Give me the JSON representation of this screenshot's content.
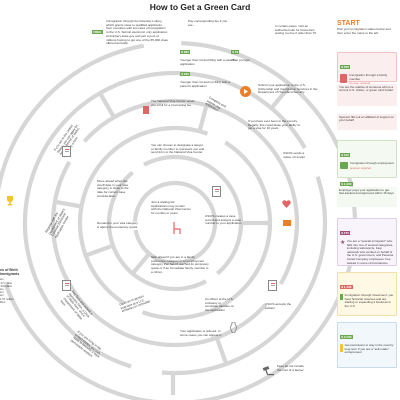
{
  "title": "How to Get a Green Card",
  "colors": {
    "orange": "#ef7d22",
    "green": "#6aa84f",
    "red": "#e06666",
    "maze": "#d0d0d0",
    "cream": "#fdf6e3"
  },
  "start": {
    "heading": "START",
    "text": "Pick your immigration status below and then enter the maze to the left."
  },
  "steps": [
    {
      "price": "$ 355",
      "text": "Immigration through a family member",
      "sub": "sponsor required"
    },
    {
      "price": "",
      "text": "You are the relative of someone who is a current U.S. citizen, or green card holder.",
      "sub": ""
    },
    {
      "price": "",
      "text": "Sponsor fills out an affidavit of support on your behalf",
      "sub": ""
    },
    {
      "price": "$ 340",
      "text": "Immigration through employment",
      "sub": "sponsor required"
    },
    {
      "price": "$ 1,000",
      "text": "Employer pays your application to get fast-tracked and approved within 15 days",
      "sub": ""
    },
    {
      "price": "$ 375",
      "text": "You are a \"special immigrant\" who falls into one of several categories, including widow(er)s, Iraqi nationals who worked on behalf of the U.S. government, and Panama Canal Company employees. Fee waived in some circumstances",
      "sub": ""
    },
    {
      "price": "$ 1,435",
      "text": "Immigration through investment: you have financial reserves and are starting or expanding a business in the U.S.",
      "sub": ""
    },
    {
      "price": "$ 2,500",
      "text": "Get permission to stay in the country long term if you are a \"self-made\" entrepreneur",
      "sub": ""
    }
  ],
  "free": {
    "tag": "FREE",
    "text": "Immigration through the Diversity Lottery, which grants visas to qualified applicants from countries with low rates of immigration to the U.S. Submit electronic only application at dvlottery.state.gov and join a pool of millions hoping to get one of the 55,000 visas offered annually."
  },
  "top_fees": [
    {
      "price": "$ 985",
      "text": "Younger than 14 and filing with a parent's application"
    },
    {
      "price": "$ 930",
      "text": "Younger than 14 and not filing with a parent's application"
    },
    {
      "price": "$ 79",
      "text": "79 or younger"
    }
  ],
  "pay_corresponding": "Pay corresponding fee if you are...",
  "letters": "In certain cases, visit an authorized site for biometrics testing (no fee if older than 79",
  "submit": "Submit your application to the U.S. Citizenship and Immigration Services in the Department of Homeland Security",
  "ever_been": "If you have ever been in the country illegally, this could delay your ability to get a visa for 10 years",
  "nvc_bill": "The National Visa Center sends you a bill for a processing fee",
  "complete_submit": "Complete and submit visa application",
  "consider": "You can choose to designate a lawyer or family member to represent you and send form to the National Visa Center",
  "move_ahead": "Move ahead when the cutoff date in your visa category is close to the date for current case consideration",
  "demand": "Demand in your visa category is above the temporary quota",
  "waiting": "Join a waiting list. Applications may remain with the National Visa Center for months or years",
  "uscis_case": "USCIS creates a case record and assigns a case number to your application",
  "uscis_notice": "USCIS sends a notice of receipt",
  "skip_ahead": "Skip ahead if you are in a family preference category or an employment category that hasn't reached its temporary quota or if an immediate family member is a citizen",
  "go_to_interview": "Go to an in-person interview at a U.S. embassy or consulate",
  "officer": "An officer at the U.S. embassy or consulate decides on the application",
  "accepts": "USCIS accepts the petition",
  "refused": "Your application is refused. In some cases you can appeal it.",
  "fees_note": "Fees do not include the cost of a lawyer",
  "register": "Register with the Department of State's Consular Electronic Application Center",
  "left_texts": [
    "If you are in the United States, you can apply for an adjustment of status, submitting a form",
    "Pay fees and submit a biometric form, a Dept. of State form, and a Department of State form",
    "If you are living in the United States, you can apply to become a legal permanent resident"
  ],
  "birth": {
    "label": "es of Birth Immigrants",
    "lines": [
      "ion",
      ".47 million",
      ".04 million",
      "ion",
      "ion",
      "ion",
      "1.67 million",
      "illion"
    ]
  }
}
